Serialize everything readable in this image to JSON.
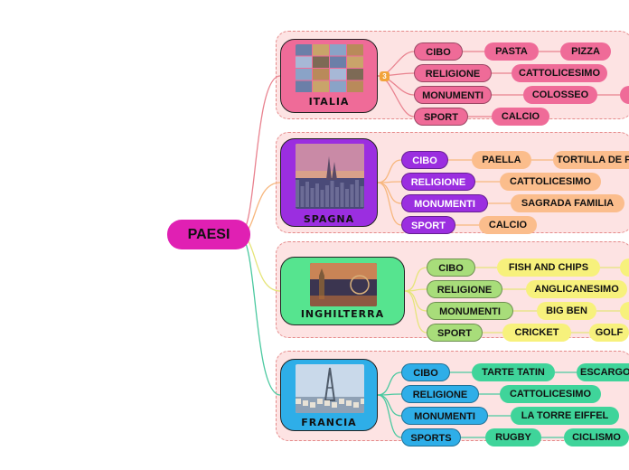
{
  "root": {
    "label": "PAESI"
  },
  "countries": [
    {
      "name": "ITALIA",
      "badge": "3",
      "colors": {
        "card": "#ef6b98",
        "category": "#ef6b98",
        "item": "#ef6b98",
        "line": "#e9828f"
      },
      "rows": [
        {
          "category": "CIBO",
          "items": [
            "PASTA",
            "PIZZA"
          ]
        },
        {
          "category": "RELIGIONE",
          "items": [
            "CATTOLICESIMO"
          ]
        },
        {
          "category": "MONUMENTI",
          "items": [
            "COLOSSEO",
            ""
          ]
        },
        {
          "category": "SPORT",
          "items": [
            "CALCIO"
          ]
        }
      ]
    },
    {
      "name": "SPAGNA",
      "colors": {
        "card": "#9b2ee0",
        "category": "#9b2ee0",
        "item": "#fbbd8c",
        "line": "#f7b77e"
      },
      "rows": [
        {
          "category": "CIBO",
          "items": [
            "PAELLA",
            "TORTILLA DE P"
          ]
        },
        {
          "category": "RELIGIONE",
          "items": [
            "CATTOLICESIMO"
          ]
        },
        {
          "category": "MONUMENTI",
          "items": [
            "SAGRADA FAMILIA"
          ]
        },
        {
          "category": "SPORT",
          "items": [
            "CALCIO"
          ]
        }
      ]
    },
    {
      "name": "INGHILTERRA",
      "colors": {
        "card": "#56e48f",
        "category": "#a8dd7a",
        "item": "#f7f17c",
        "line": "#e6e57a"
      },
      "rows": [
        {
          "category": "CIBO",
          "items": [
            "FISH AND CHIPS",
            ""
          ]
        },
        {
          "category": "RELIGIONE",
          "items": [
            "ANGLICANESIMO"
          ]
        },
        {
          "category": "MONUMENTI",
          "items": [
            "BIG BEN",
            ""
          ]
        },
        {
          "category": "SPORT",
          "items": [
            "CRICKET",
            "GOLF"
          ]
        }
      ]
    },
    {
      "name": "FRANCIA",
      "colors": {
        "card": "#2eaee8",
        "category": "#2eaee8",
        "item": "#3fd49a",
        "line": "#4bc9a0"
      },
      "rows": [
        {
          "category": "CIBO",
          "items": [
            "TARTE TATIN",
            "ESCARGO"
          ]
        },
        {
          "category": "RELIGIONE",
          "items": [
            "CATTOLICESIMO"
          ]
        },
        {
          "category": "MONUMENTI",
          "items": [
            "LA TORRE EIFFEL"
          ]
        },
        {
          "category": "SPORTS",
          "items": [
            "RUGBY",
            "CICLISMO"
          ]
        }
      ]
    }
  ]
}
